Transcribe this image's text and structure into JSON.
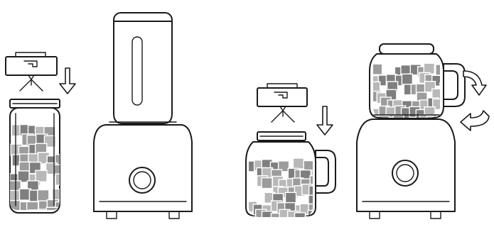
{
  "diagram": {
    "steps": [
      {
        "id": "1",
        "action": "attach-blade-to-bottle",
        "container": "sport-bottle"
      },
      {
        "id": "2",
        "action": "bottle-mounted-on-base",
        "container": "sport-bottle"
      },
      {
        "id": "3",
        "action": "attach-blade-to-jar",
        "container": "mason-jar"
      },
      {
        "id": "4",
        "action": "jar-mounted-and-twisted-on-base",
        "container": "mason-jar"
      }
    ],
    "colors": {
      "outline": "#1a1a1a",
      "fruit_light": "#b8b8b8",
      "fruit_mid": "#9c9c9c",
      "fruit_dark": "#7f7f7f",
      "background": "#ffffff"
    }
  }
}
